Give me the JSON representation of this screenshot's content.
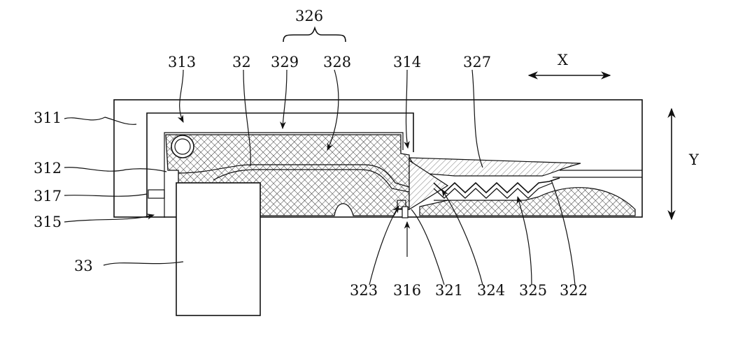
{
  "labels": {
    "l326": "326",
    "l313": "313",
    "l32": "32",
    "l329": "329",
    "l328": "328",
    "l314": "314",
    "l327": "327",
    "lX": "X",
    "l311": "311",
    "l312": "312",
    "l317": "317",
    "l315": "315",
    "lY": "Y",
    "l33": "33",
    "l323": "323",
    "l316": "316",
    "l321": "321",
    "l324": "324",
    "l325": "325",
    "l322": "322"
  }
}
